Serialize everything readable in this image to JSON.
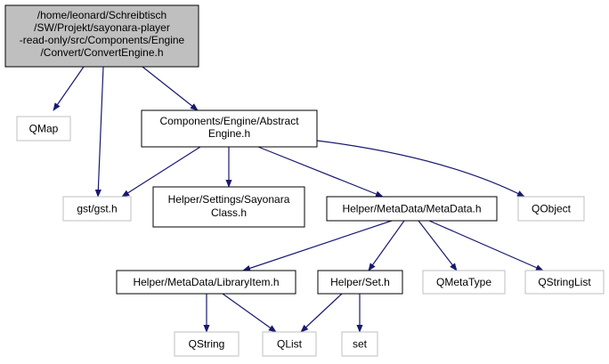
{
  "colors": {
    "edge": "#191970",
    "border_main": "#000000",
    "border_external": "#bfbfbf",
    "focus_fill": "#bfbfbf",
    "fill": "#ffffff"
  },
  "nodes": [
    {
      "id": "convertengine",
      "lines": [
        "/home/leonard/Schreibtisch",
        "/SW/Projekt/sayonara-player",
        "-read-only/src/Components/Engine",
        "/Convert/ConvertEngine.h"
      ],
      "kind": "focus"
    },
    {
      "id": "qmap",
      "lines": [
        "QMap"
      ],
      "kind": "external"
    },
    {
      "id": "abstractengine",
      "lines": [
        "Components/Engine/Abstract",
        "Engine.h"
      ],
      "kind": "header"
    },
    {
      "id": "gst",
      "lines": [
        "gst/gst.h"
      ],
      "kind": "external"
    },
    {
      "id": "sayonaraclass",
      "lines": [
        "Helper/Settings/Sayonara",
        "Class.h"
      ],
      "kind": "header"
    },
    {
      "id": "metadata",
      "lines": [
        "Helper/MetaData/MetaData.h"
      ],
      "kind": "header"
    },
    {
      "id": "qobject",
      "lines": [
        "QObject"
      ],
      "kind": "external"
    },
    {
      "id": "libraryitem",
      "lines": [
        "Helper/MetaData/LibraryItem.h"
      ],
      "kind": "header"
    },
    {
      "id": "set_h",
      "lines": [
        "Helper/Set.h"
      ],
      "kind": "header"
    },
    {
      "id": "qmetatype",
      "lines": [
        "QMetaType"
      ],
      "kind": "external"
    },
    {
      "id": "qstringlist",
      "lines": [
        "QStringList"
      ],
      "kind": "external"
    },
    {
      "id": "qstring",
      "lines": [
        "QString"
      ],
      "kind": "external"
    },
    {
      "id": "qlist",
      "lines": [
        "QList"
      ],
      "kind": "external"
    },
    {
      "id": "set",
      "lines": [
        "set"
      ],
      "kind": "external"
    }
  ],
  "edges": [
    {
      "from": "convertengine",
      "to": "qmap"
    },
    {
      "from": "convertengine",
      "to": "gst"
    },
    {
      "from": "convertengine",
      "to": "abstractengine"
    },
    {
      "from": "abstractengine",
      "to": "gst"
    },
    {
      "from": "abstractengine",
      "to": "sayonaraclass"
    },
    {
      "from": "abstractengine",
      "to": "metadata"
    },
    {
      "from": "abstractengine",
      "to": "qobject"
    },
    {
      "from": "metadata",
      "to": "libraryitem"
    },
    {
      "from": "metadata",
      "to": "set_h"
    },
    {
      "from": "metadata",
      "to": "qmetatype"
    },
    {
      "from": "metadata",
      "to": "qstringlist"
    },
    {
      "from": "libraryitem",
      "to": "qstring"
    },
    {
      "from": "libraryitem",
      "to": "qlist"
    },
    {
      "from": "set_h",
      "to": "qlist"
    },
    {
      "from": "set_h",
      "to": "set"
    }
  ]
}
